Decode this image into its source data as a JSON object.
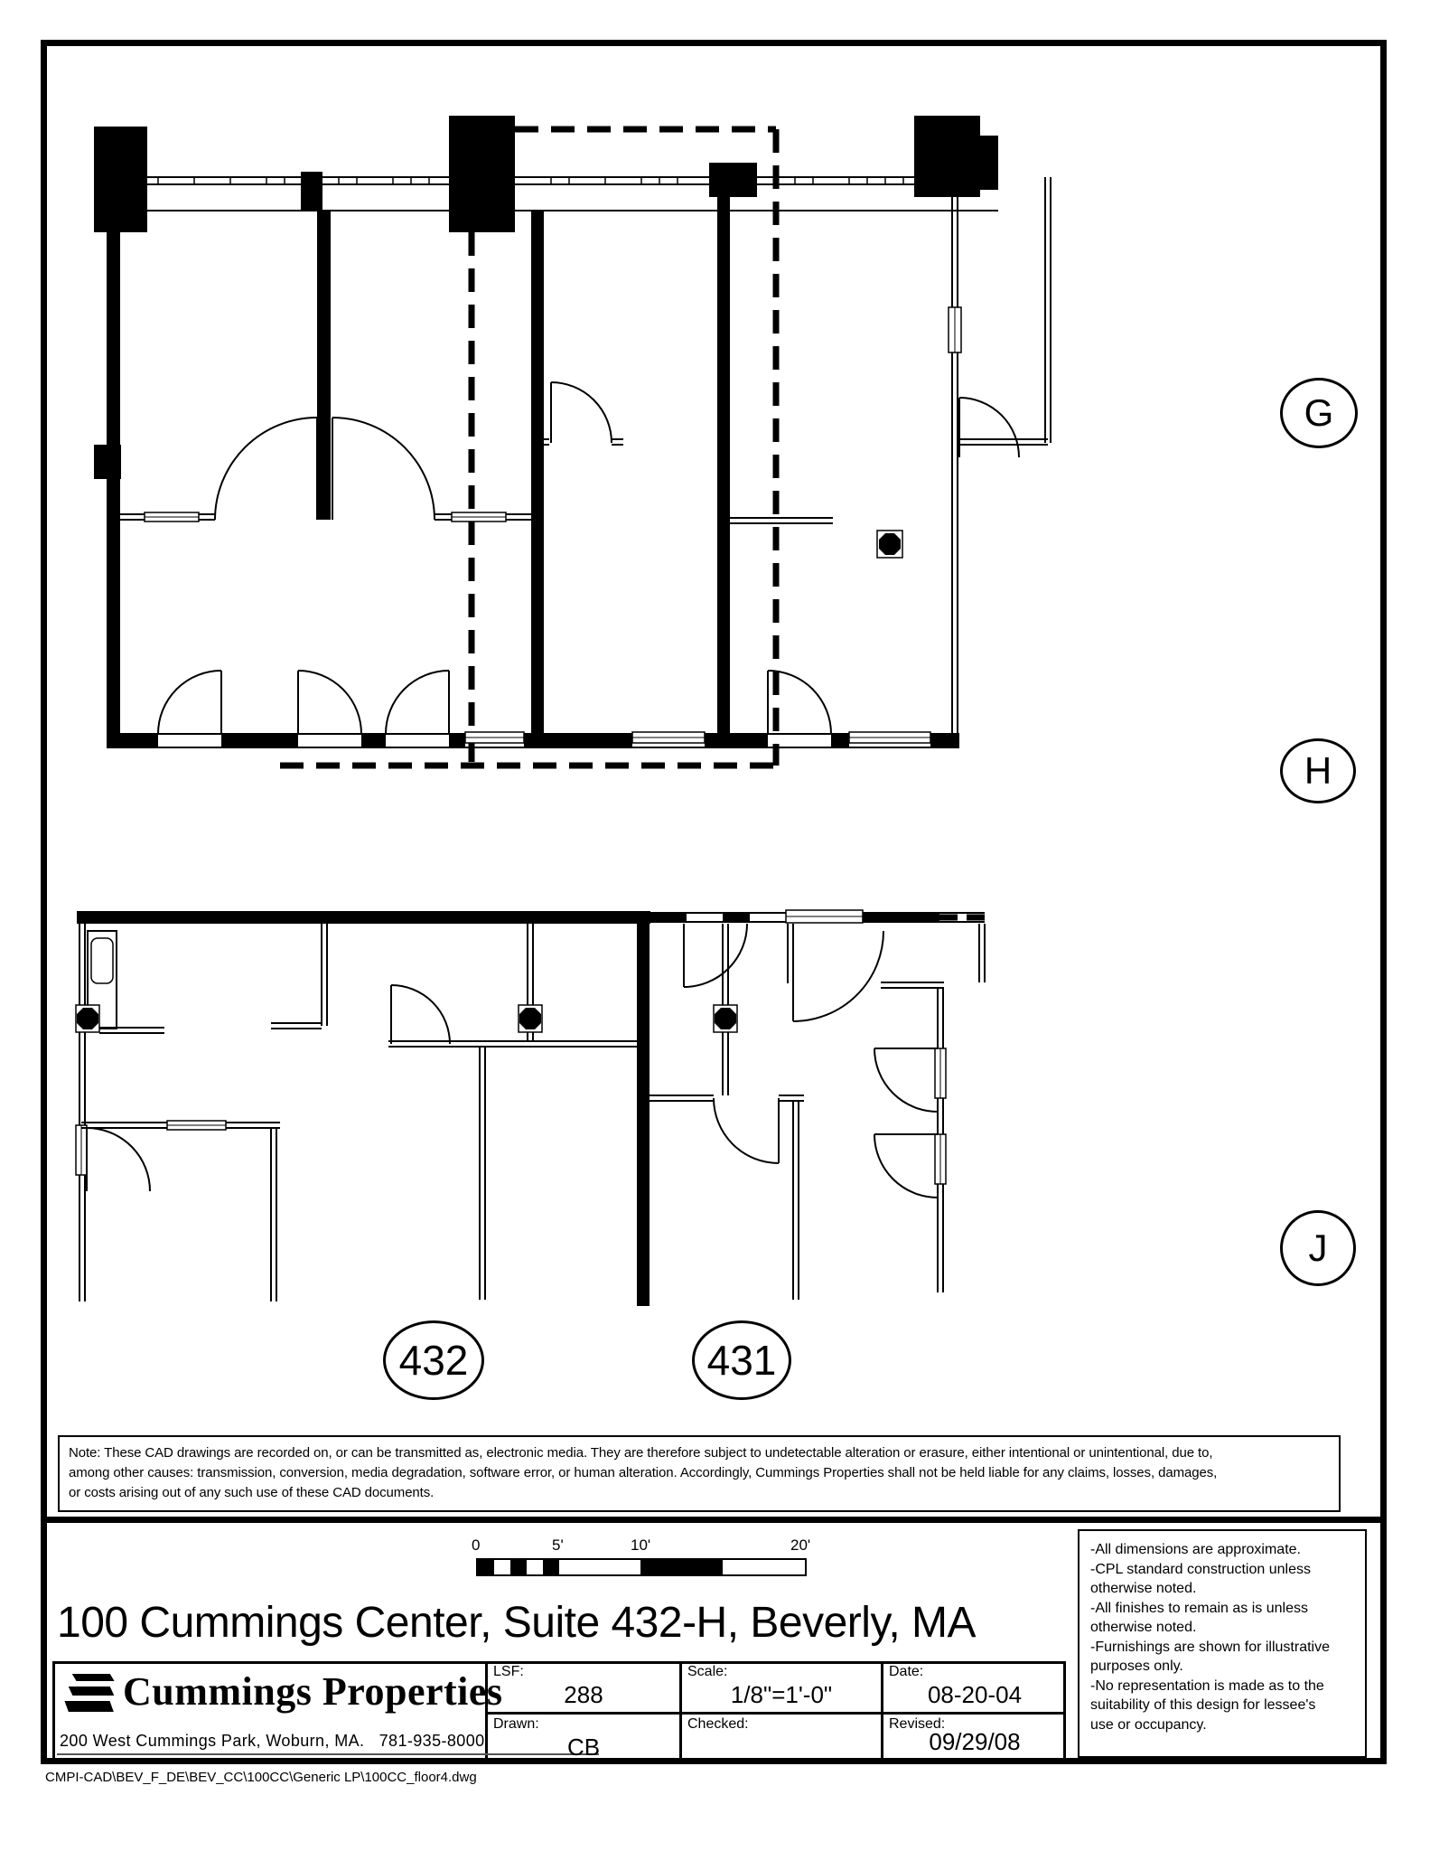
{
  "plan_labels": {
    "g": "G",
    "h": "H",
    "j": "J",
    "suite_432": "432",
    "suite_431": "431"
  },
  "note": {
    "line1": "Note:  These CAD drawings are recorded on, or can be transmitted as, electronic media.  They are therefore subject to undetectable alteration or erasure, either intentional or unintentional, due to,",
    "line2": "among other causes: transmission, conversion, media degradation, software error, or human alteration.  Accordingly, Cummings Properties shall not be held liable for any claims, losses, damages,",
    "line3": "or costs arising out of any such use of these CAD documents."
  },
  "scale_bar": {
    "t0": "0",
    "t5": "5'",
    "t10": "10'",
    "t20": "20'"
  },
  "title": {
    "text": "100 Cummings Center, Suite 432-H, Beverly, MA"
  },
  "brand": {
    "name": "Cummings Properties",
    "address": "200 West Cummings Park, Woburn, MA.   781-935-8000"
  },
  "title_block": {
    "lsf_label": "LSF:",
    "lsf_value": "288",
    "scale_label": "Scale:",
    "scale_value": "1/8\"=1'-0\"",
    "date_label": "Date:",
    "date_value": "08-20-04",
    "drawn_label": "Drawn:",
    "drawn_value": "CB",
    "checked_label": "Checked:",
    "checked_value": "",
    "revised_label": "Revised:",
    "revised_value": "09/29/08"
  },
  "side_notes": {
    "text": "-All dimensions are approximate.\n-CPL standard construction unless\n   otherwise noted.\n-All finishes to remain as is unless\n   otherwise noted.\n-Furnishings are shown for illustrative\n   purposes only.\n-No representation is made as to the\n   suitability of this design for lessee's\n   use or occupancy."
  },
  "footer": {
    "path": "CMPI-CAD\\BEV_F_DE\\BEV_CC\\100CC\\Generic LP\\100CC_floor4.dwg"
  }
}
